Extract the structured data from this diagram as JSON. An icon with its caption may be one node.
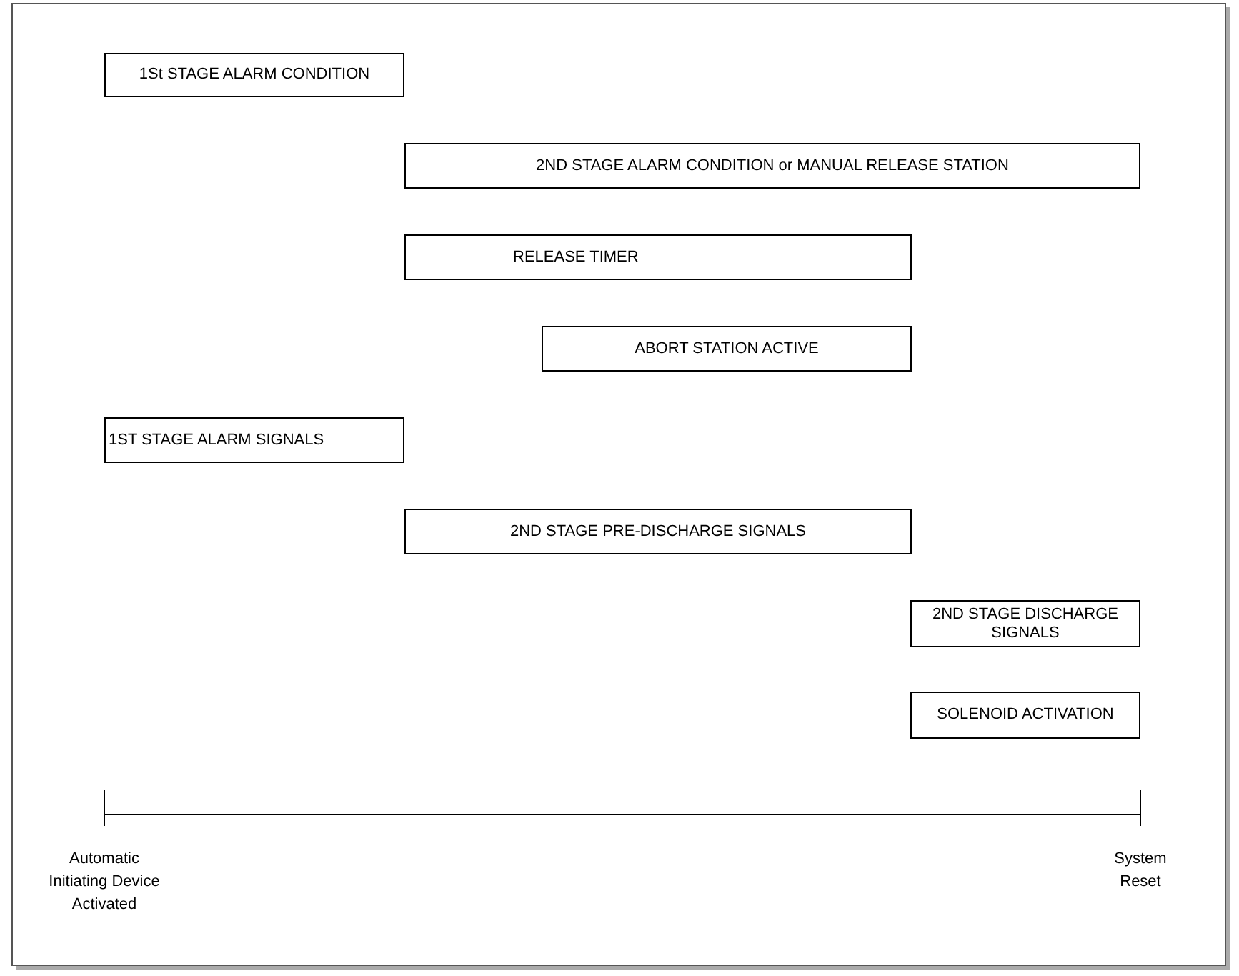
{
  "diagram": {
    "nodes": [
      {
        "text": [
          "1St STAGE ALARM CONDITION"
        ]
      },
      {
        "text": [
          "2ND STAGE ALARM CONDITION or MANUAL RELEASE STATION"
        ]
      },
      {
        "text": [
          "RELEASE TIMER"
        ]
      },
      {
        "text": [
          "ABORT STATION ACTIVE"
        ]
      },
      {
        "text": [
          "1ST STAGE ALARM SIGNALS"
        ]
      },
      {
        "text": [
          "2ND STAGE PRE-DISCHARGE SIGNALS"
        ]
      },
      {
        "text": [
          "2ND STAGE DISCHARGE SIGNALS"
        ]
      },
      {
        "text": [
          "SOLENOID ACTIVATION"
        ]
      }
    ],
    "edges": [],
    "labels": [
      "Automatic Initiating Device Activated",
      "System Reset"
    ]
  }
}
